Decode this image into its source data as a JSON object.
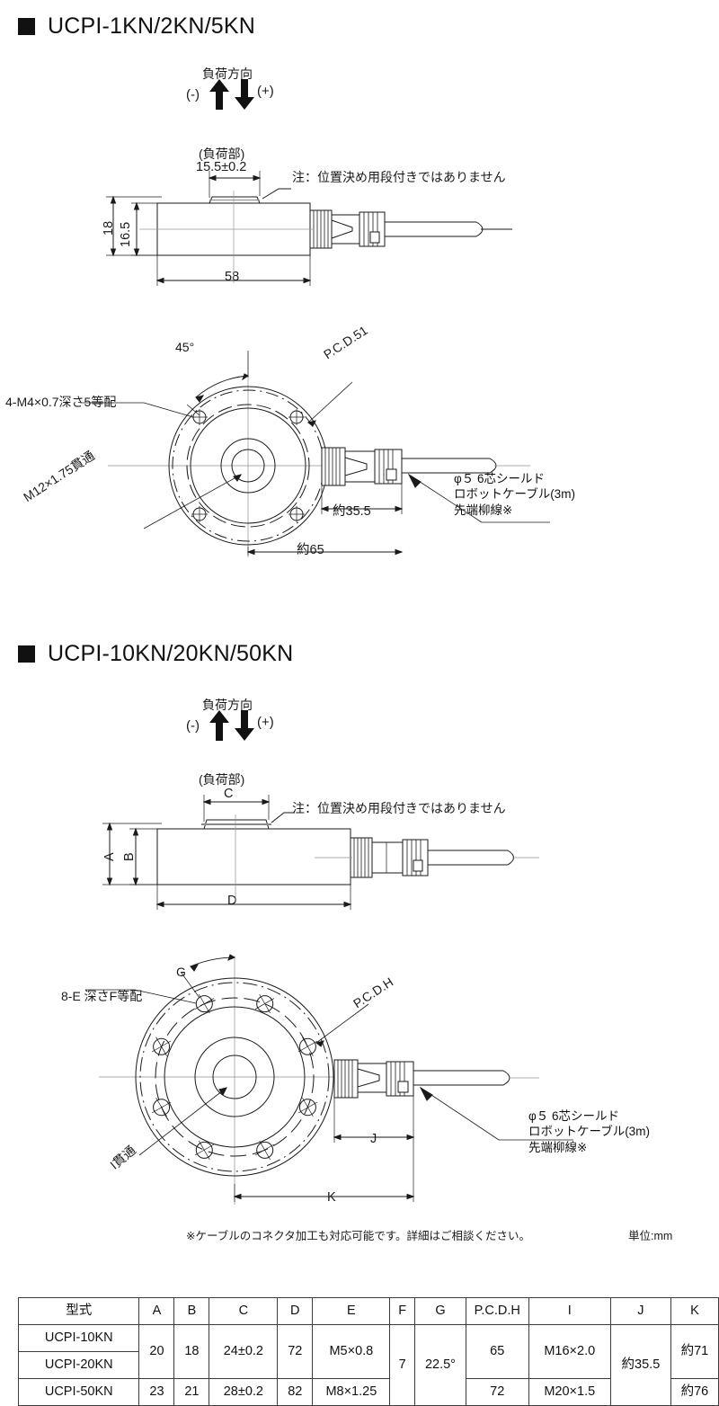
{
  "page": {
    "unit_note": "単位:mm",
    "footnote": "※ケーブルのコネクタ加工も対応可能です。詳細はご相談ください。"
  },
  "sections": [
    {
      "marker": "square-bullet",
      "title": "UCPI-1KN/2KN/5KN",
      "load_direction": {
        "label": "負荷方向",
        "minus": "(-)",
        "plus": "(+)"
      },
      "side_view": {
        "load_part_label": "(負荷部)",
        "top_dim": "15.5±0.2",
        "note": "注：位置決め用段付きではありません",
        "height_outer": "18",
        "height_inner": "16.5",
        "width": "58"
      },
      "plan_view": {
        "angle": "45°",
        "pcd": "P.C.D.51",
        "bolt_note": "4-M4×0.7深さ5等配",
        "thread_note": "M12×1.75貫通",
        "connector_dim": "約35.5",
        "overall_dim": "約65",
        "cable_note_1": "φ５ 6芯シールド",
        "cable_note_2": "ロボットケーブル(3m)",
        "cable_note_3": "先端柳線※"
      }
    },
    {
      "marker": "square-bullet",
      "title": "UCPI-10KN/20KN/50KN",
      "load_direction": {
        "label": "負荷方向",
        "minus": "(-)",
        "plus": "(+)"
      },
      "side_view": {
        "load_part_label": "(負荷部)",
        "top_dim": "C",
        "note": "注：位置決め用段付きではありません",
        "height_outer": "A",
        "height_inner": "B",
        "width": "D"
      },
      "plan_view": {
        "angle": "G",
        "pcd": "P.C.D.H",
        "bolt_note": "8-E 深さF等配",
        "thread_note": "I貫通",
        "connector_dim": "J",
        "overall_dim": "K",
        "cable_note_1": "φ５ 6芯シールド",
        "cable_note_2": "ロボットケーブル(3m)",
        "cable_note_3": "先端柳線※"
      }
    }
  ],
  "spec_table": {
    "headers": [
      "型式",
      "A",
      "B",
      "C",
      "D",
      "E",
      "F",
      "G",
      "P.C.D.H",
      "I",
      "J",
      "K"
    ],
    "rows": [
      {
        "model": "UCPI-10KN",
        "A": "20",
        "B": "18",
        "C": "24±0.2",
        "D": "72",
        "E": "M5×0.8",
        "F": "7",
        "G": "22.5°",
        "PCDH": "65",
        "I": "M16×2.0",
        "J": "約35.5",
        "K": "約71"
      },
      {
        "model": "UCPI-20KN",
        "A": "20",
        "B": "18",
        "C": "24±0.2",
        "D": "72",
        "E": "M5×0.8",
        "F": "7",
        "G": "22.5°",
        "PCDH": "65",
        "I": "M16×2.0",
        "J": "約35.5",
        "K": "約71"
      },
      {
        "model": "UCPI-50KN",
        "A": "23",
        "B": "21",
        "C": "28±0.2",
        "D": "82",
        "E": "M8×1.25",
        "F": "7",
        "G": "22.5°",
        "PCDH": "72",
        "I": "M20×1.5",
        "J": "約35.5",
        "K": "約76"
      }
    ]
  }
}
